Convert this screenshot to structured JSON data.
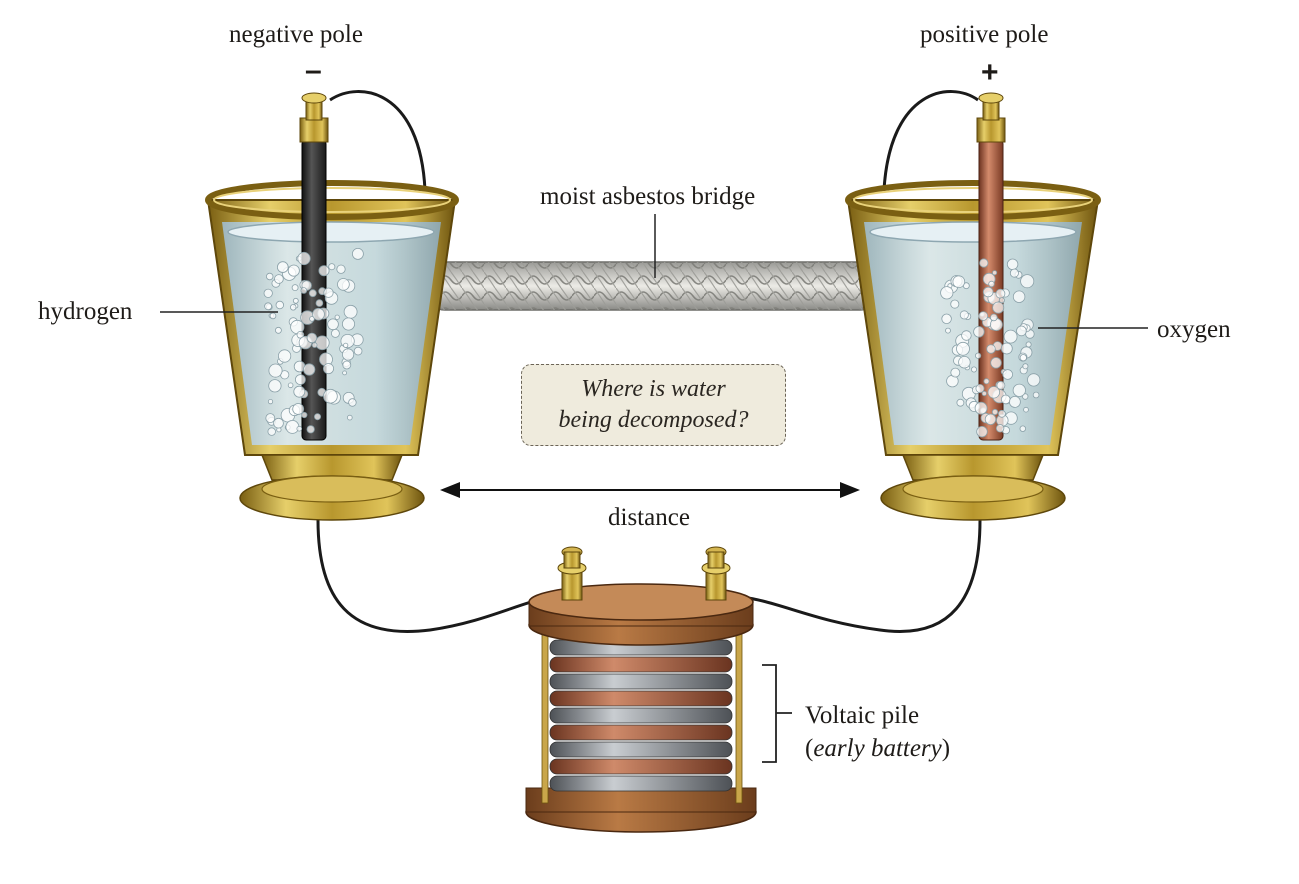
{
  "labels": {
    "negative_pole": "negative pole",
    "negative_symbol": "–",
    "positive_pole": "positive pole",
    "positive_symbol": "+",
    "bridge": "moist asbestos bridge",
    "hydrogen": "hydrogen",
    "oxygen": "oxygen",
    "distance": "distance",
    "pile": "Voltaic pile",
    "pile_note_open": "(",
    "pile_note": "early battery",
    "pile_note_close": ")"
  },
  "question": {
    "line1": "Where is water",
    "line2": "being decomposed?"
  },
  "colors": {
    "brass": "#b8972e",
    "brass_dark": "#7a5f12",
    "water": "#c9dde6",
    "copper": "#b0674a",
    "zinc": "#8d9399",
    "carbon": "#2c2c2c",
    "wire": "#1a1a1a",
    "callout_bg": "#efebdd"
  }
}
